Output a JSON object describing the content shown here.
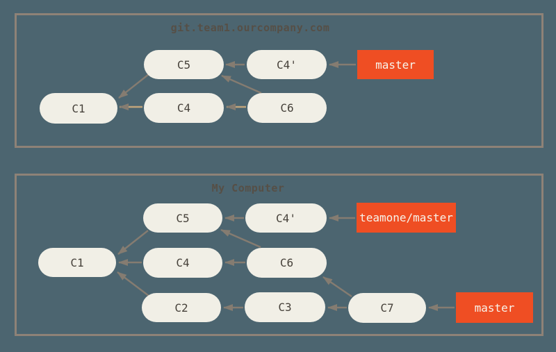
{
  "colors": {
    "background": "#4C6570",
    "panel_border": "#8E8277",
    "node_fill": "#F1EFE6",
    "node_text": "#46413A",
    "edge_gray": "#857C71",
    "edge_tan": "#C2A57B",
    "ref_fill": "#EF4E23",
    "ref_text": "#F7F3EA",
    "title_text": "#564F46"
  },
  "panels": [
    {
      "title": "git.team1.ourcompany.com",
      "nodes": [
        {
          "label": "C5"
        },
        {
          "label": "C4'"
        },
        {
          "label": "C1"
        },
        {
          "label": "C4"
        },
        {
          "label": "C6"
        }
      ],
      "refs": [
        {
          "label": "master"
        }
      ],
      "edges": [
        {
          "from": "C4'",
          "to": "C5"
        },
        {
          "from": "C6",
          "to": "C5"
        },
        {
          "from": "C6",
          "to": "C4"
        },
        {
          "from": "C5",
          "to": "C1"
        },
        {
          "from": "C4",
          "to": "C1"
        },
        {
          "from": "master",
          "to": "C4'"
        }
      ]
    },
    {
      "title": "My Computer",
      "nodes": [
        {
          "label": "C5"
        },
        {
          "label": "C4'"
        },
        {
          "label": "C1"
        },
        {
          "label": "C4"
        },
        {
          "label": "C6"
        },
        {
          "label": "C2"
        },
        {
          "label": "C3"
        },
        {
          "label": "C7"
        }
      ],
      "refs": [
        {
          "label": "teamone/master"
        },
        {
          "label": "master"
        }
      ],
      "edges": [
        {
          "from": "C4'",
          "to": "C5"
        },
        {
          "from": "C6",
          "to": "C5"
        },
        {
          "from": "C6",
          "to": "C4"
        },
        {
          "from": "C5",
          "to": "C1"
        },
        {
          "from": "C4",
          "to": "C1"
        },
        {
          "from": "C2",
          "to": "C1"
        },
        {
          "from": "C3",
          "to": "C2"
        },
        {
          "from": "C7",
          "to": "C3"
        },
        {
          "from": "C7",
          "to": "C6"
        },
        {
          "from": "teamone/master",
          "to": "C4'"
        },
        {
          "from": "master",
          "to": "C7"
        }
      ]
    }
  ]
}
